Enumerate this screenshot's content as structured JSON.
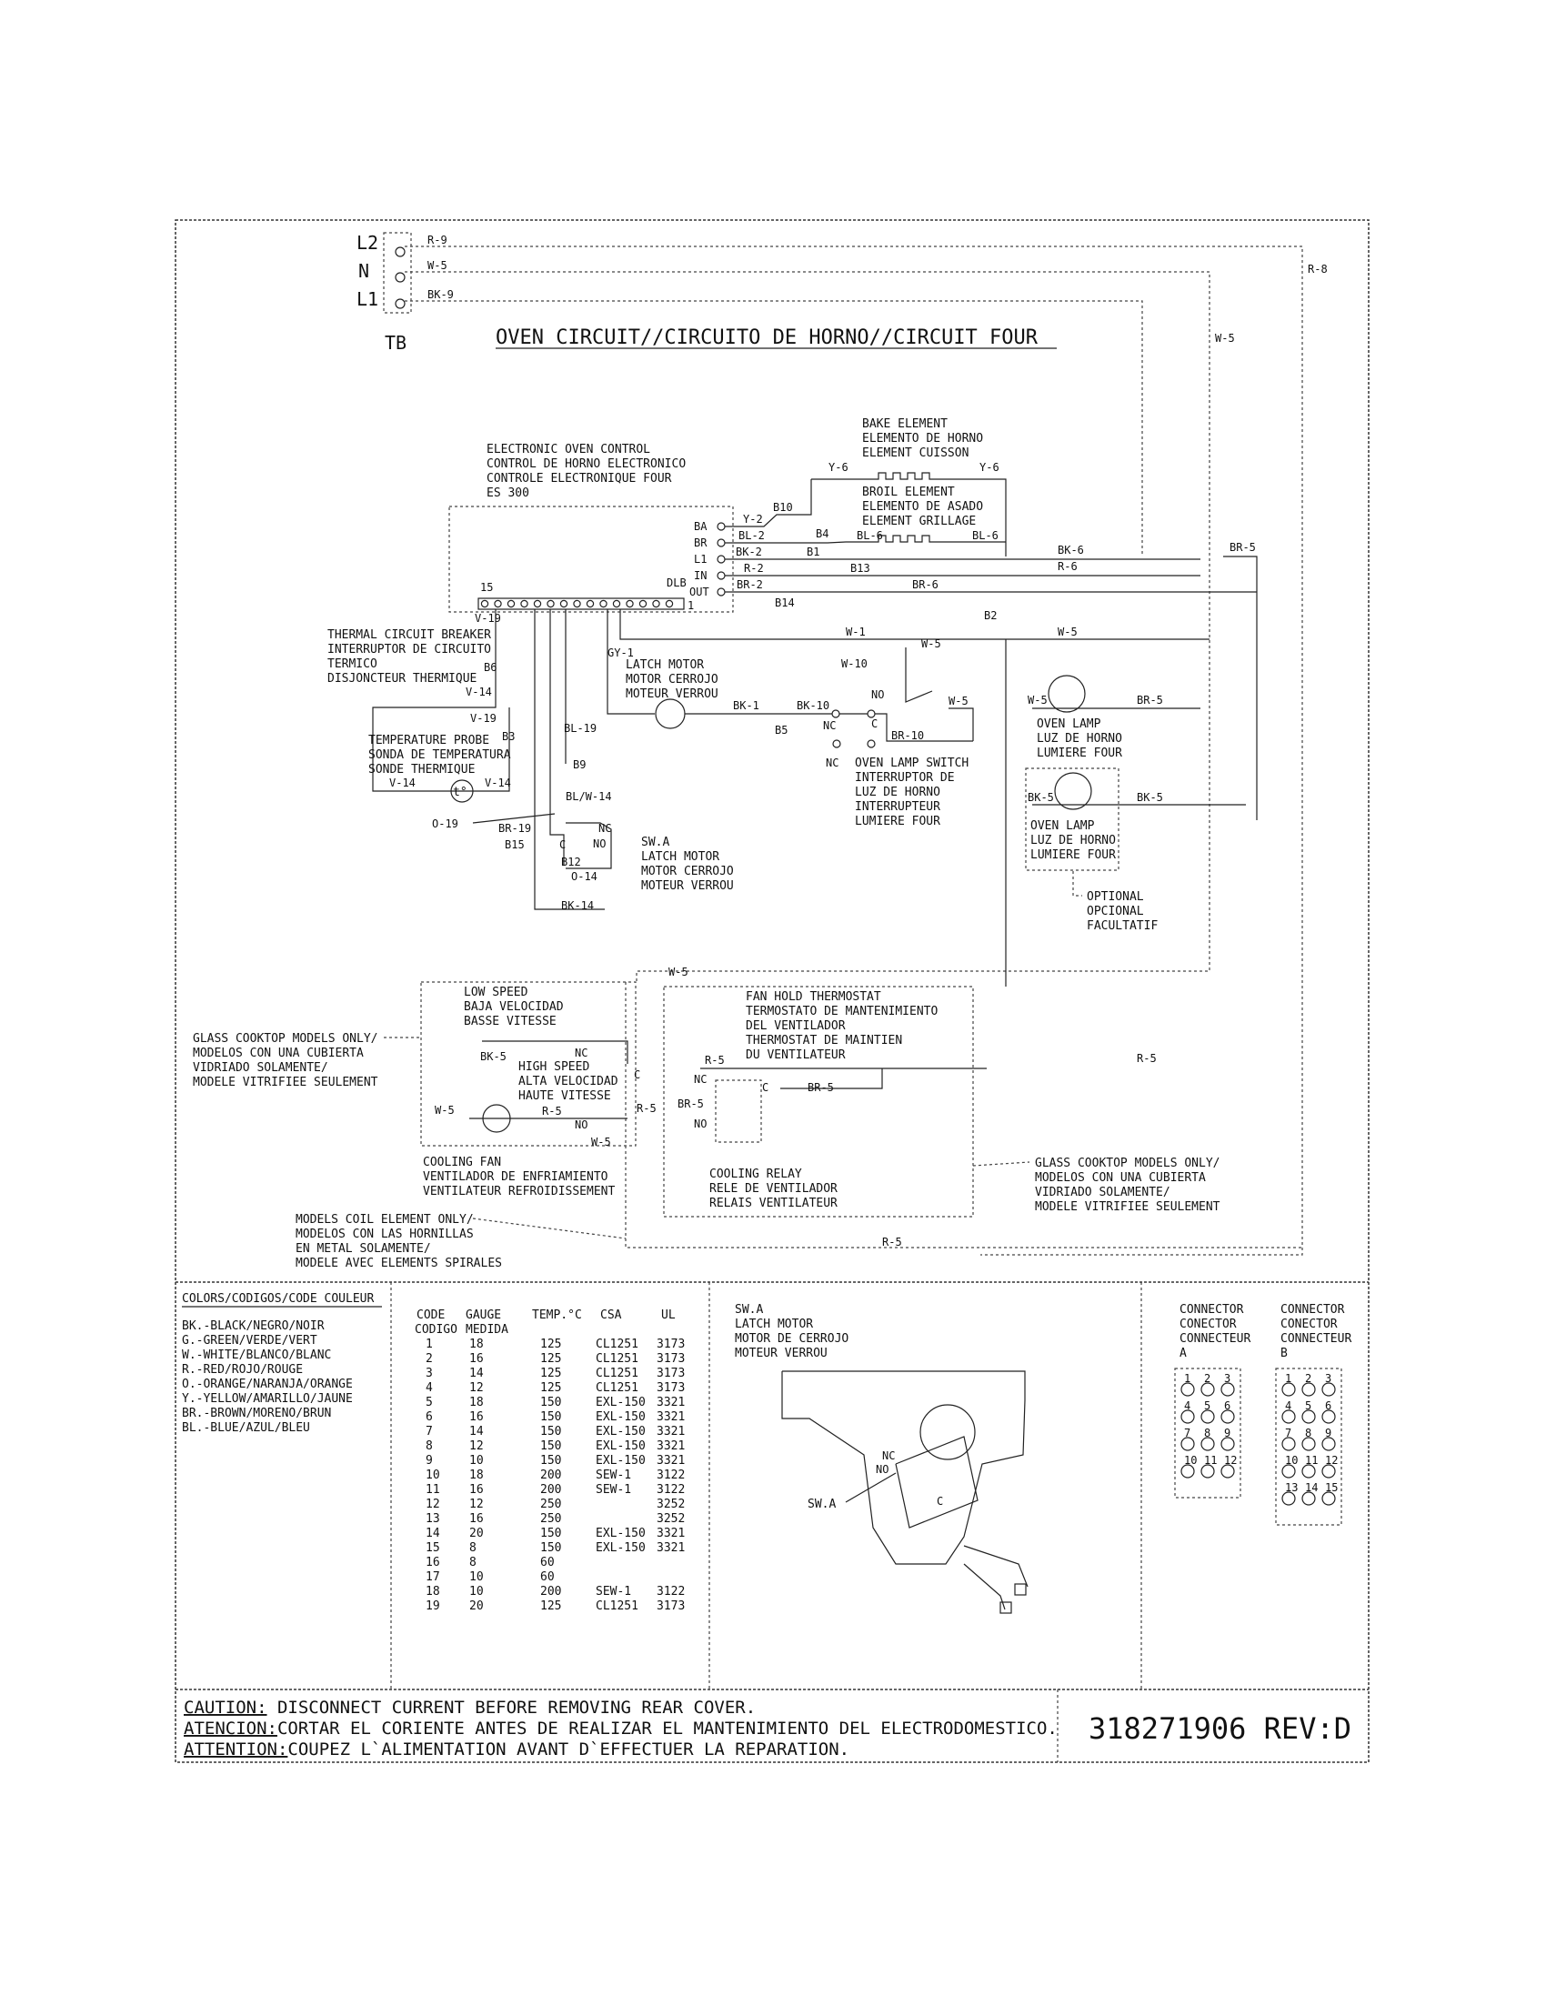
{
  "title": "OVEN CIRCUIT//CIRCUITO DE HORNO//CIRCUIT FOUR",
  "terminal_block": {
    "name": "TB",
    "terminals": [
      "L2",
      "N",
      "L1"
    ]
  },
  "eoc": {
    "lines": [
      "ELECTRONIC OVEN CONTROL",
      "CONTROL DE HORNO ELECTRONICO",
      "CONTROLE ELECTRONIQUE FOUR",
      "ES 300"
    ],
    "pin_first": "15",
    "pin_last": "1",
    "dlb": "DLB",
    "terminals": [
      "BA",
      "BR",
      "L1",
      "IN",
      "OUT"
    ]
  },
  "bake": {
    "lines": [
      "BAKE ELEMENT",
      "ELEMENTO DE HORNO",
      "ELEMENT CUISSON"
    ]
  },
  "broil": {
    "lines": [
      "BROIL ELEMENT",
      "ELEMENTO DE ASADO",
      "ELEMENT GRILLAGE"
    ]
  },
  "tcb": {
    "lines": [
      "THERMAL CIRCUIT BREAKER",
      "INTERRUPTOR DE CIRCUITO",
      "TERMICO",
      "DISJONCTEUR THERMIQUE"
    ]
  },
  "probe": {
    "lines": [
      "TEMPERATURE PROBE",
      "SONDA DE TEMPERATURA",
      "SONDE THERMIQUE"
    ],
    "symbol": "t°"
  },
  "latch_motor": {
    "lines": [
      "LATCH MOTOR",
      "MOTOR CERROJO",
      "MOTEUR VERROU"
    ]
  },
  "swa": {
    "lines": [
      "SW.A",
      "LATCH MOTOR",
      "MOTOR CERROJO",
      "MOTEUR VERROU"
    ]
  },
  "lamp_switch": {
    "lines": [
      "OVEN LAMP SWITCH",
      "INTERRUPTOR DE",
      "LUZ DE HORNO",
      "INTERRUPTEUR",
      "LUMIERE FOUR"
    ]
  },
  "lamp1": {
    "lines": [
      "OVEN LAMP",
      "LUZ DE HORNO",
      "LUMIERE FOUR"
    ]
  },
  "lamp2": {
    "lines": [
      "OVEN LAMP",
      "LUZ DE HORNO",
      "LUMIERE FOUR"
    ]
  },
  "optional": {
    "lines": [
      "OPTIONAL",
      "OPCIONAL",
      "FACULTATIF"
    ]
  },
  "low_speed": {
    "lines": [
      "LOW SPEED",
      "BAJA VELOCIDAD",
      "BASSE VITESSE"
    ]
  },
  "high_speed": {
    "lines": [
      "HIGH SPEED",
      "ALTA VELOCIDAD",
      "HAUTE VITESSE"
    ]
  },
  "fan_hold": {
    "lines": [
      "FAN HOLD THERMOSTAT",
      "TERMOSTATO DE MANTENIMIENTO",
      "DEL VENTILADOR",
      "THERMOSTAT DE MAINTIEN",
      "DU VENTILATEUR"
    ]
  },
  "glass_note_left": {
    "lines": [
      "GLASS COOKTOP MODELS ONLY/",
      "MODELOS CON UNA CUBIERTA",
      "VIDRIADO SOLAMENTE/",
      "MODELE VITRIFIEE SEULEMENT"
    ]
  },
  "glass_note_right": {
    "lines": [
      "GLASS COOKTOP MODELS ONLY/",
      "MODELOS CON UNA CUBIERTA",
      "VIDRIADO SOLAMENTE/",
      "MODELE VITRIFIEE SEULEMENT"
    ]
  },
  "cooling_fan": {
    "lines": [
      "COOLING FAN",
      "VENTILADOR DE ENFRIAMIENTO",
      "VENTILATEUR REFROIDISSEMENT"
    ]
  },
  "cooling_relay": {
    "lines": [
      "COOLING RELAY",
      "RELE DE VENTILADOR",
      "RELAIS VENTILATEUR"
    ]
  },
  "coil_note": {
    "lines": [
      "MODELS COIL ELEMENT ONLY/",
      "MODELOS CON LAS HORNILLAS",
      "EN METAL SOLAMENTE/",
      "MODELE AVEC ELEMENTS SPIRALES"
    ]
  },
  "contacts": {
    "nc": "NC",
    "no": "NO",
    "c": "C"
  },
  "wire_labels": {
    "r9": "R-9",
    "w5": "W-5",
    "bk9": "BK-9",
    "r8": "R-8",
    "y6": "Y-6",
    "y2": "Y-2",
    "bl2": "BL-2",
    "bl6": "BL-6",
    "bk2": "BK-2",
    "r2": "R-2",
    "br2": "BR-2",
    "bk6": "BK-6",
    "r6": "R-6",
    "br6": "BR-6",
    "br5": "BR-5",
    "w1": "W-1",
    "v19": "V-19",
    "v14": "V-14",
    "gy1": "GY-1",
    "bk1": "BK-1",
    "bk10": "BK-10",
    "w10": "W-10",
    "br10": "BR-10",
    "bl19": "BL-19",
    "blw14": "BL/W-14",
    "o19": "O-19",
    "br19": "BR-19",
    "o14": "O-14",
    "bk14": "BK-14",
    "bk5": "BK-5",
    "r5": "R-5"
  },
  "connector_tags": {
    "b10": "B10",
    "b4": "B4",
    "b1": "B1",
    "b13": "B13",
    "b14": "B14",
    "b2": "B2",
    "b6": "B6",
    "b3": "B3",
    "b5": "B5",
    "b9": "B9",
    "b12": "B12",
    "b15": "B15"
  },
  "colors_legend": {
    "header": "COLORS/CODIGOS/CODE COULEUR",
    "items": [
      "BK.-BLACK/NEGRO/NOIR",
      "G.-GREEN/VERDE/VERT",
      "W.-WHITE/BLANCO/BLANC",
      "R.-RED/ROJO/ROUGE",
      "O.-ORANGE/NARANJA/ORANGE",
      "Y.-YELLOW/AMARILLO/JAUNE",
      "BR.-BROWN/MORENO/BRUN",
      "BL.-BLUE/AZUL/BLEU"
    ]
  },
  "gauge_table": {
    "headers": [
      "CODE",
      "GAUGE",
      "TEMP.°C",
      "CSA",
      "UL"
    ],
    "headers2": [
      "CODIGO",
      "MEDIDA"
    ],
    "rows": [
      [
        "1",
        "18",
        "125",
        "CL1251",
        "3173"
      ],
      [
        "2",
        "16",
        "125",
        "CL1251",
        "3173"
      ],
      [
        "3",
        "14",
        "125",
        "CL1251",
        "3173"
      ],
      [
        "4",
        "12",
        "125",
        "CL1251",
        "3173"
      ],
      [
        "5",
        "18",
        "150",
        "EXL-150",
        "3321"
      ],
      [
        "6",
        "16",
        "150",
        "EXL-150",
        "3321"
      ],
      [
        "7",
        "14",
        "150",
        "EXL-150",
        "3321"
      ],
      [
        "8",
        "12",
        "150",
        "EXL-150",
        "3321"
      ],
      [
        "9",
        "10",
        "150",
        "EXL-150",
        "3321"
      ],
      [
        "10",
        "18",
        "200",
        "SEW-1",
        "3122"
      ],
      [
        "11",
        "16",
        "200",
        "SEW-1",
        "3122"
      ],
      [
        "12",
        "12",
        "250",
        "",
        "3252"
      ],
      [
        "13",
        "16",
        "250",
        "",
        "3252"
      ],
      [
        "14",
        "20",
        "150",
        "EXL-150",
        "3321"
      ],
      [
        "15",
        "8",
        "150",
        "EXL-150",
        "3321"
      ],
      [
        "16",
        "8",
        "60",
        "",
        ""
      ],
      [
        "17",
        "10",
        "60",
        "",
        ""
      ],
      [
        "18",
        "10",
        "200",
        "SEW-1",
        "3122"
      ],
      [
        "19",
        "20",
        "125",
        "CL1251",
        "3173"
      ]
    ]
  },
  "swa_detail": {
    "lines": [
      "SW.A",
      "LATCH MOTOR",
      "MOTOR DE CERROJO",
      "MOTEUR VERROU"
    ],
    "callout": "SW.A"
  },
  "connector_a": {
    "lines": [
      "CONNECTOR",
      "CONECTOR",
      "CONNECTEUR",
      "A"
    ],
    "pins": [
      "1",
      "2",
      "3",
      "4",
      "5",
      "6",
      "7",
      "8",
      "9",
      "10",
      "11",
      "12"
    ]
  },
  "connector_b": {
    "lines": [
      "CONNECTOR",
      "CONECTOR",
      "CONNECTEUR",
      "B"
    ],
    "pins": [
      "1",
      "2",
      "3",
      "4",
      "5",
      "6",
      "7",
      "8",
      "9",
      "10",
      "11",
      "12",
      "13",
      "14",
      "15"
    ]
  },
  "caution": {
    "lines": [
      {
        "label": "CAUTION:",
        "text": " DISCONNECT CURRENT BEFORE REMOVING REAR COVER."
      },
      {
        "label": "ATENCION:",
        "text": "CORTAR EL CORIENTE ANTES DE REALIZAR EL MANTENIMIENTO DEL ELECTRODOMESTICO."
      },
      {
        "label": "ATTENTION:",
        "text": "COUPEZ L`ALIMENTATION AVANT D`EFFECTUER LA REPARATION."
      }
    ]
  },
  "part_number": "318271906 REV:D"
}
